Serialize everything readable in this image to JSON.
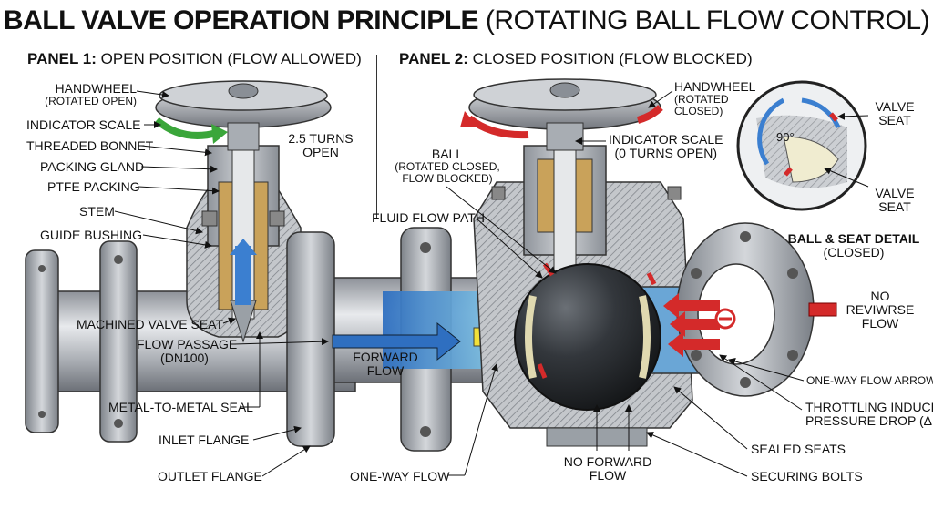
{
  "title": {
    "bold": "BALL VALVE OPERATION PRINCIPLE",
    "rest": "(ROTATING BALL FLOW CONTROL)"
  },
  "panel1": {
    "bold": "PANEL 1:",
    "rest": "OPEN POSITION (FLOW ALLOWED)"
  },
  "panel2": {
    "bold": "PANEL 2:",
    "rest": "CLOSED POSITION (FLOW BLOCKED)"
  },
  "left_labels": {
    "handwheel": "HANDWHEEL",
    "handwheel_sub": "(ROTATED OPEN)",
    "indicator_scale": "INDICATOR SCALE",
    "threaded_bonnet": "THREADED BONNET",
    "packing_gland": "PACKING GLAND",
    "ptfe_packing": "PTFE PACKING",
    "stem": "STEM",
    "guide_bushing": "GUIDE BUSHING",
    "machined_valve_seat": "MACHINED VALVE SEAT",
    "flow_passage": "FLOW PASSAGE",
    "flow_passage_sub": "(DN100)",
    "metal_seal": "METAL-TO-METAL SEAL",
    "inlet_flange": "INLET FLANGE",
    "outlet_flange": "OUTLET FLANGE",
    "turns_line1": "2.5 TURNS",
    "turns_line2": "OPEN"
  },
  "center_labels": {
    "ball": "BALL",
    "ball_sub1": "(ROTATED CLOSED,",
    "ball_sub2": "FLOW BLOCKED)",
    "fluid_flow_path": "FLUID FLOW PATH",
    "forward_flow1": "FORWARD",
    "forward_flow2": "FLOW",
    "no_forward_flow1": "NO FORWARD",
    "no_forward_flow2": "FLOW",
    "one_way_flow": "ONE-WAY FLOW"
  },
  "right_labels": {
    "handwheel": "HANDWHEEL",
    "handwheel_sub1": "(ROTATED",
    "handwheel_sub2": "CLOSED)",
    "indicator_scale": "INDICATOR SCALE",
    "indicator_sub": "(0 TURNS OPEN)",
    "valve_seat_top1": "VALVE",
    "valve_seat_top2": "SEAT",
    "valve_seat_bot1": "VALVE",
    "valve_seat_bot2": "SEAT",
    "angle": "90°",
    "detail_title": "BALL & SEAT DETAIL",
    "detail_sub": "(CLOSED)",
    "no_reverse1": "NO",
    "no_reverse2": "REVIWRSE",
    "no_reverse3": "FLOW",
    "one_way_arrows": "ONE-WAY FLOW ARROWS",
    "throttling1": "THROTTLING INDUCED",
    "throttling2": "PRESSURE DROP (ΔP)",
    "sealed_seats": "SEALED SEATS",
    "securing_bolts": "SECURING BOLTS"
  },
  "colors": {
    "open_arrow": "#3aa63a",
    "closed_arrow": "#d42a2a",
    "flow_blue": "#3b7fd0",
    "flow_yellow": "#f2e03a",
    "steel": "#b8bcc2",
    "ball": "#2a2d31",
    "packing": "#c9a25a"
  }
}
